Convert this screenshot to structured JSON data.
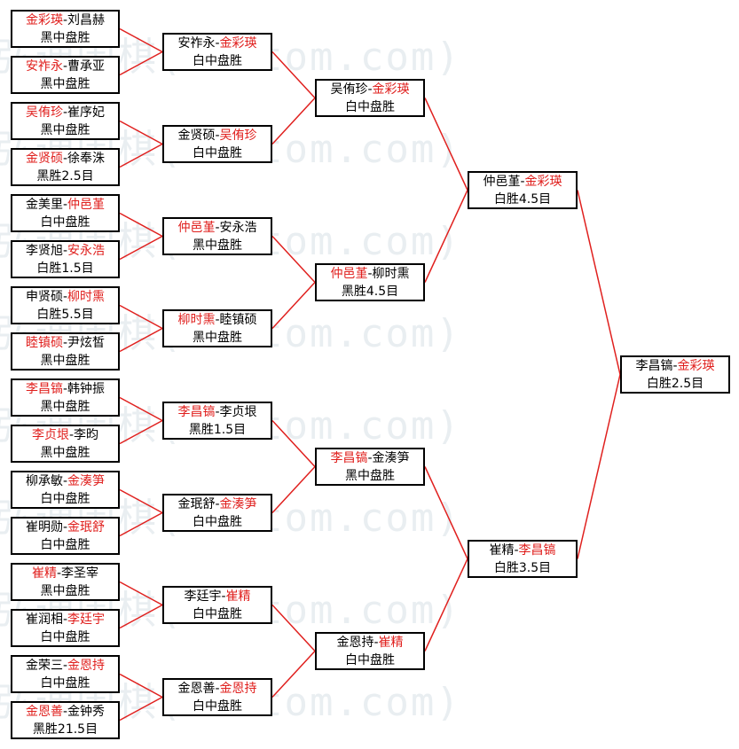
{
  "watermark": {
    "text": "弘通围棋(hoetom.com)"
  },
  "colors": {
    "winner": "#e0201e",
    "connector": "#e0201e",
    "border": "#000000",
    "watermark": "#e9eef1"
  },
  "round1": [
    {
      "parts": [
        {
          "t": "金彩瑛",
          "w": true
        },
        {
          "t": "-",
          "w": false
        },
        {
          "t": "刘昌赫",
          "w": false
        }
      ],
      "result": "黑中盘胜"
    },
    {
      "parts": [
        {
          "t": "安祚永",
          "w": true
        },
        {
          "t": "-",
          "w": false
        },
        {
          "t": "曹承亚",
          "w": false
        }
      ],
      "result": "黑中盘胜"
    },
    {
      "parts": [
        {
          "t": "吴侑珍",
          "w": true
        },
        {
          "t": "-",
          "w": false
        },
        {
          "t": "崔序妃",
          "w": false
        }
      ],
      "result": "黑中盘胜"
    },
    {
      "parts": [
        {
          "t": "金贤硕",
          "w": true
        },
        {
          "t": "-",
          "w": false
        },
        {
          "t": "徐奉洙",
          "w": false
        }
      ],
      "result": "黑胜2.5目"
    },
    {
      "parts": [
        {
          "t": "金美里",
          "w": false
        },
        {
          "t": "-",
          "w": false
        },
        {
          "t": "仲邑堇",
          "w": true
        }
      ],
      "result": "白中盘胜"
    },
    {
      "parts": [
        {
          "t": "李贤旭",
          "w": false
        },
        {
          "t": "-",
          "w": false
        },
        {
          "t": "安永浩",
          "w": true
        }
      ],
      "result": "白胜1.5目"
    },
    {
      "parts": [
        {
          "t": "申贤硕",
          "w": false
        },
        {
          "t": "-",
          "w": false
        },
        {
          "t": "柳时熏",
          "w": true
        }
      ],
      "result": "白胜5.5目"
    },
    {
      "parts": [
        {
          "t": "睦镇硕",
          "w": true
        },
        {
          "t": "-",
          "w": false
        },
        {
          "t": "尹炫皙",
          "w": false
        }
      ],
      "result": "黑中盘胜"
    },
    {
      "parts": [
        {
          "t": "李昌镐",
          "w": true
        },
        {
          "t": "-",
          "w": false
        },
        {
          "t": "韩钟振",
          "w": false
        }
      ],
      "result": "黑中盘胜"
    },
    {
      "parts": [
        {
          "t": "李贞垠",
          "w": true
        },
        {
          "t": "-",
          "w": false
        },
        {
          "t": "李昀",
          "w": false
        }
      ],
      "result": "黑中盘胜"
    },
    {
      "parts": [
        {
          "t": "柳承敏",
          "w": false
        },
        {
          "t": "-",
          "w": false
        },
        {
          "t": "金湊笋",
          "w": true
        }
      ],
      "result": "白中盘胜"
    },
    {
      "parts": [
        {
          "t": "崔明勋",
          "w": false
        },
        {
          "t": "-",
          "w": false
        },
        {
          "t": "金珉舒",
          "w": true
        }
      ],
      "result": "白中盘胜"
    },
    {
      "parts": [
        {
          "t": "崔精",
          "w": true
        },
        {
          "t": "-",
          "w": false
        },
        {
          "t": "李圣宰",
          "w": false
        }
      ],
      "result": "黑中盘胜"
    },
    {
      "parts": [
        {
          "t": "崔润相",
          "w": false
        },
        {
          "t": "-",
          "w": false
        },
        {
          "t": "李廷宇",
          "w": true
        }
      ],
      "result": "白中盘胜"
    },
    {
      "parts": [
        {
          "t": "金荣三",
          "w": false
        },
        {
          "t": "-",
          "w": false
        },
        {
          "t": "金恩持",
          "w": true
        }
      ],
      "result": "白中盘胜"
    },
    {
      "parts": [
        {
          "t": "金恩善",
          "w": true
        },
        {
          "t": "-",
          "w": false
        },
        {
          "t": "金钟秀",
          "w": false
        }
      ],
      "result": "黑胜21.5目"
    }
  ],
  "round2": [
    {
      "parts": [
        {
          "t": "安祚永",
          "w": false
        },
        {
          "t": "-",
          "w": false
        },
        {
          "t": "金彩瑛",
          "w": true
        }
      ],
      "result": "白中盘胜"
    },
    {
      "parts": [
        {
          "t": "金贤硕",
          "w": false
        },
        {
          "t": "-",
          "w": false
        },
        {
          "t": "吴侑珍",
          "w": true
        }
      ],
      "result": "白中盘胜"
    },
    {
      "parts": [
        {
          "t": "仲邑堇",
          "w": true
        },
        {
          "t": "-",
          "w": false
        },
        {
          "t": "安永浩",
          "w": false
        }
      ],
      "result": "黑中盘胜"
    },
    {
      "parts": [
        {
          "t": "柳时熏",
          "w": true
        },
        {
          "t": "-",
          "w": false
        },
        {
          "t": "睦镇硕",
          "w": false
        }
      ],
      "result": "黑中盘胜"
    },
    {
      "parts": [
        {
          "t": "李昌镐",
          "w": true
        },
        {
          "t": "-",
          "w": false
        },
        {
          "t": "李贞垠",
          "w": false
        }
      ],
      "result": "黑胜1.5目"
    },
    {
      "parts": [
        {
          "t": "金珉舒",
          "w": false
        },
        {
          "t": "-",
          "w": false
        },
        {
          "t": "金湊笋",
          "w": true
        }
      ],
      "result": "白中盘胜"
    },
    {
      "parts": [
        {
          "t": "李廷宇",
          "w": false
        },
        {
          "t": "-",
          "w": false
        },
        {
          "t": "崔精",
          "w": true
        }
      ],
      "result": "白中盘胜"
    },
    {
      "parts": [
        {
          "t": "金恩善",
          "w": false
        },
        {
          "t": "-",
          "w": false
        },
        {
          "t": "金恩持",
          "w": true
        }
      ],
      "result": "白中盘胜"
    }
  ],
  "round3": [
    {
      "parts": [
        {
          "t": "吴侑珍",
          "w": false
        },
        {
          "t": "-",
          "w": false
        },
        {
          "t": "金彩瑛",
          "w": true
        }
      ],
      "result": "白中盘胜"
    },
    {
      "parts": [
        {
          "t": "仲邑堇",
          "w": true
        },
        {
          "t": "-",
          "w": false
        },
        {
          "t": "柳时熏",
          "w": false
        }
      ],
      "result": "黑胜4.5目"
    },
    {
      "parts": [
        {
          "t": "李昌镐",
          "w": true
        },
        {
          "t": "-",
          "w": false
        },
        {
          "t": "金湊笋",
          "w": false
        }
      ],
      "result": "黑中盘胜"
    },
    {
      "parts": [
        {
          "t": "金恩持",
          "w": false
        },
        {
          "t": "-",
          "w": false
        },
        {
          "t": "崔精",
          "w": true
        }
      ],
      "result": "白中盘胜"
    }
  ],
  "round4": [
    {
      "parts": [
        {
          "t": "仲邑堇",
          "w": false
        },
        {
          "t": "-",
          "w": false
        },
        {
          "t": "金彩瑛",
          "w": true
        }
      ],
      "result": "白胜4.5目"
    },
    {
      "parts": [
        {
          "t": "崔精",
          "w": false
        },
        {
          "t": "-",
          "w": false
        },
        {
          "t": "李昌镐",
          "w": true
        }
      ],
      "result": "白胜3.5目"
    }
  ],
  "round5": [
    {
      "parts": [
        {
          "t": "李昌镐",
          "w": false
        },
        {
          "t": "-",
          "w": false
        },
        {
          "t": "金彩瑛",
          "w": true
        }
      ],
      "result": "白胜2.5目"
    }
  ]
}
